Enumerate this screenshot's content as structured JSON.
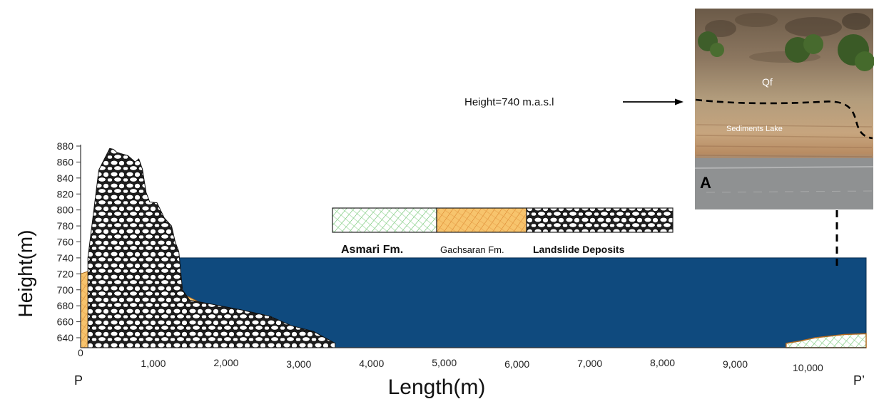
{
  "chart_data": {
    "type": "area",
    "xlabel": "Length(m)",
    "ylabel": "Height(m)",
    "x_ticks": [
      "0",
      "1,000",
      "2,000",
      "3,000",
      "4,000",
      "5,000",
      "6,000",
      "7,000",
      "8,000",
      "9,000",
      "10,000"
    ],
    "y_ticks": [
      "640",
      "660",
      "680",
      "700",
      "720",
      "740",
      "760",
      "780",
      "800",
      "820",
      "840",
      "860",
      "880"
    ],
    "xlim": [
      0,
      10800
    ],
    "ylim": [
      630,
      880
    ],
    "endpoints": {
      "start": "P",
      "end": "P’"
    },
    "lake_level": 740,
    "series": [
      {
        "name": "Gachsaran Fm.",
        "color": "#f5c36a",
        "x": [
          0,
          200,
          400,
          600,
          800,
          1000,
          1200,
          1400,
          1600,
          1800,
          2000,
          2200,
          2400,
          2600,
          2800,
          3000,
          3200
        ],
        "y": [
          720,
          726,
          730,
          729,
          724,
          716,
          705,
          695,
          686,
          678,
          671,
          665,
          659,
          654,
          649,
          644,
          637
        ]
      },
      {
        "name": "Landslide Deposits",
        "color": "#333333",
        "x": [
          100,
          250,
          400,
          450,
          500,
          650,
          750,
          800,
          850,
          900,
          950,
          1050,
          1150,
          1250,
          1300,
          1350,
          1400,
          1500,
          1800,
          2200,
          2600,
          2900,
          3200,
          3500
        ],
        "y": [
          740,
          850,
          877,
          876,
          872,
          868,
          860,
          864,
          851,
          822,
          810,
          809,
          790,
          780,
          760,
          748,
          700,
          687,
          682,
          675,
          667,
          655,
          648,
          633
        ]
      },
      {
        "name": "Asmari Fm.",
        "color": "#7dcf7a",
        "x": [
          9700,
          9900,
          10100,
          10300,
          10500,
          10800
        ],
        "y": [
          633,
          636,
          640,
          642,
          644,
          645
        ]
      }
    ]
  },
  "legend": {
    "items": [
      {
        "label": "Asmari Fm.",
        "pattern": "asmari"
      },
      {
        "label": "Gachsaran Fm.",
        "pattern": "gachsaran"
      },
      {
        "label": "Landslide Deposits",
        "pattern": "landslide"
      }
    ]
  },
  "photo": {
    "panel_label": "A",
    "upper_unit": "Qf",
    "lower_unit": "Sediments Lake"
  },
  "annotation": {
    "height_label": "Height=740 m.a.s.l"
  }
}
